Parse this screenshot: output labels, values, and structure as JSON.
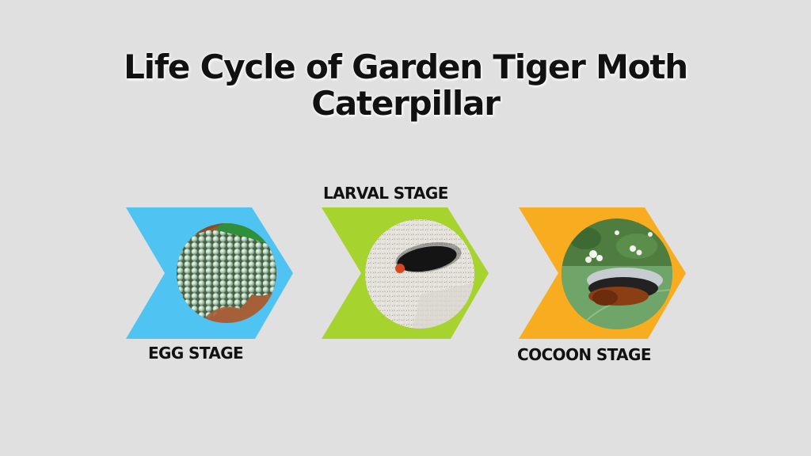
{
  "title": {
    "line1": "Life Cycle of Garden Tiger Moth",
    "line2": "Caterpillar"
  },
  "stages": [
    {
      "label": "EGG STAGE",
      "color": "#4fc3f2",
      "image": "eggs-photo",
      "label_position": "below"
    },
    {
      "label": "LARVAL STAGE",
      "color": "#a6d32e",
      "image": "black-caterpillar-photo",
      "label_position": "above"
    },
    {
      "label": "COCOON STAGE",
      "color": "#f7ad1f",
      "image": "woolly-caterpillar-on-leaf-photo",
      "label_position": "below"
    }
  ],
  "colors": {
    "background": "#e0e0e0",
    "text": "#111111"
  }
}
